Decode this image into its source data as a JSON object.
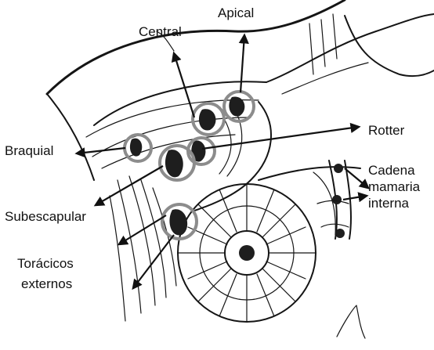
{
  "labels": {
    "apical": "Apical",
    "central": "Central",
    "rotter": "Rotter",
    "braquial": "Braquial",
    "cadena_line1": "Cadena",
    "cadena_line2": "mamaria",
    "cadena_line3": "interna",
    "subescapular": "Subescapular",
    "toracicos_line1": "Torácicos",
    "toracicos_line2": "externos"
  },
  "colors": {
    "ring": "#8c8c8c",
    "ink": "#151515",
    "background": "#ffffff"
  }
}
